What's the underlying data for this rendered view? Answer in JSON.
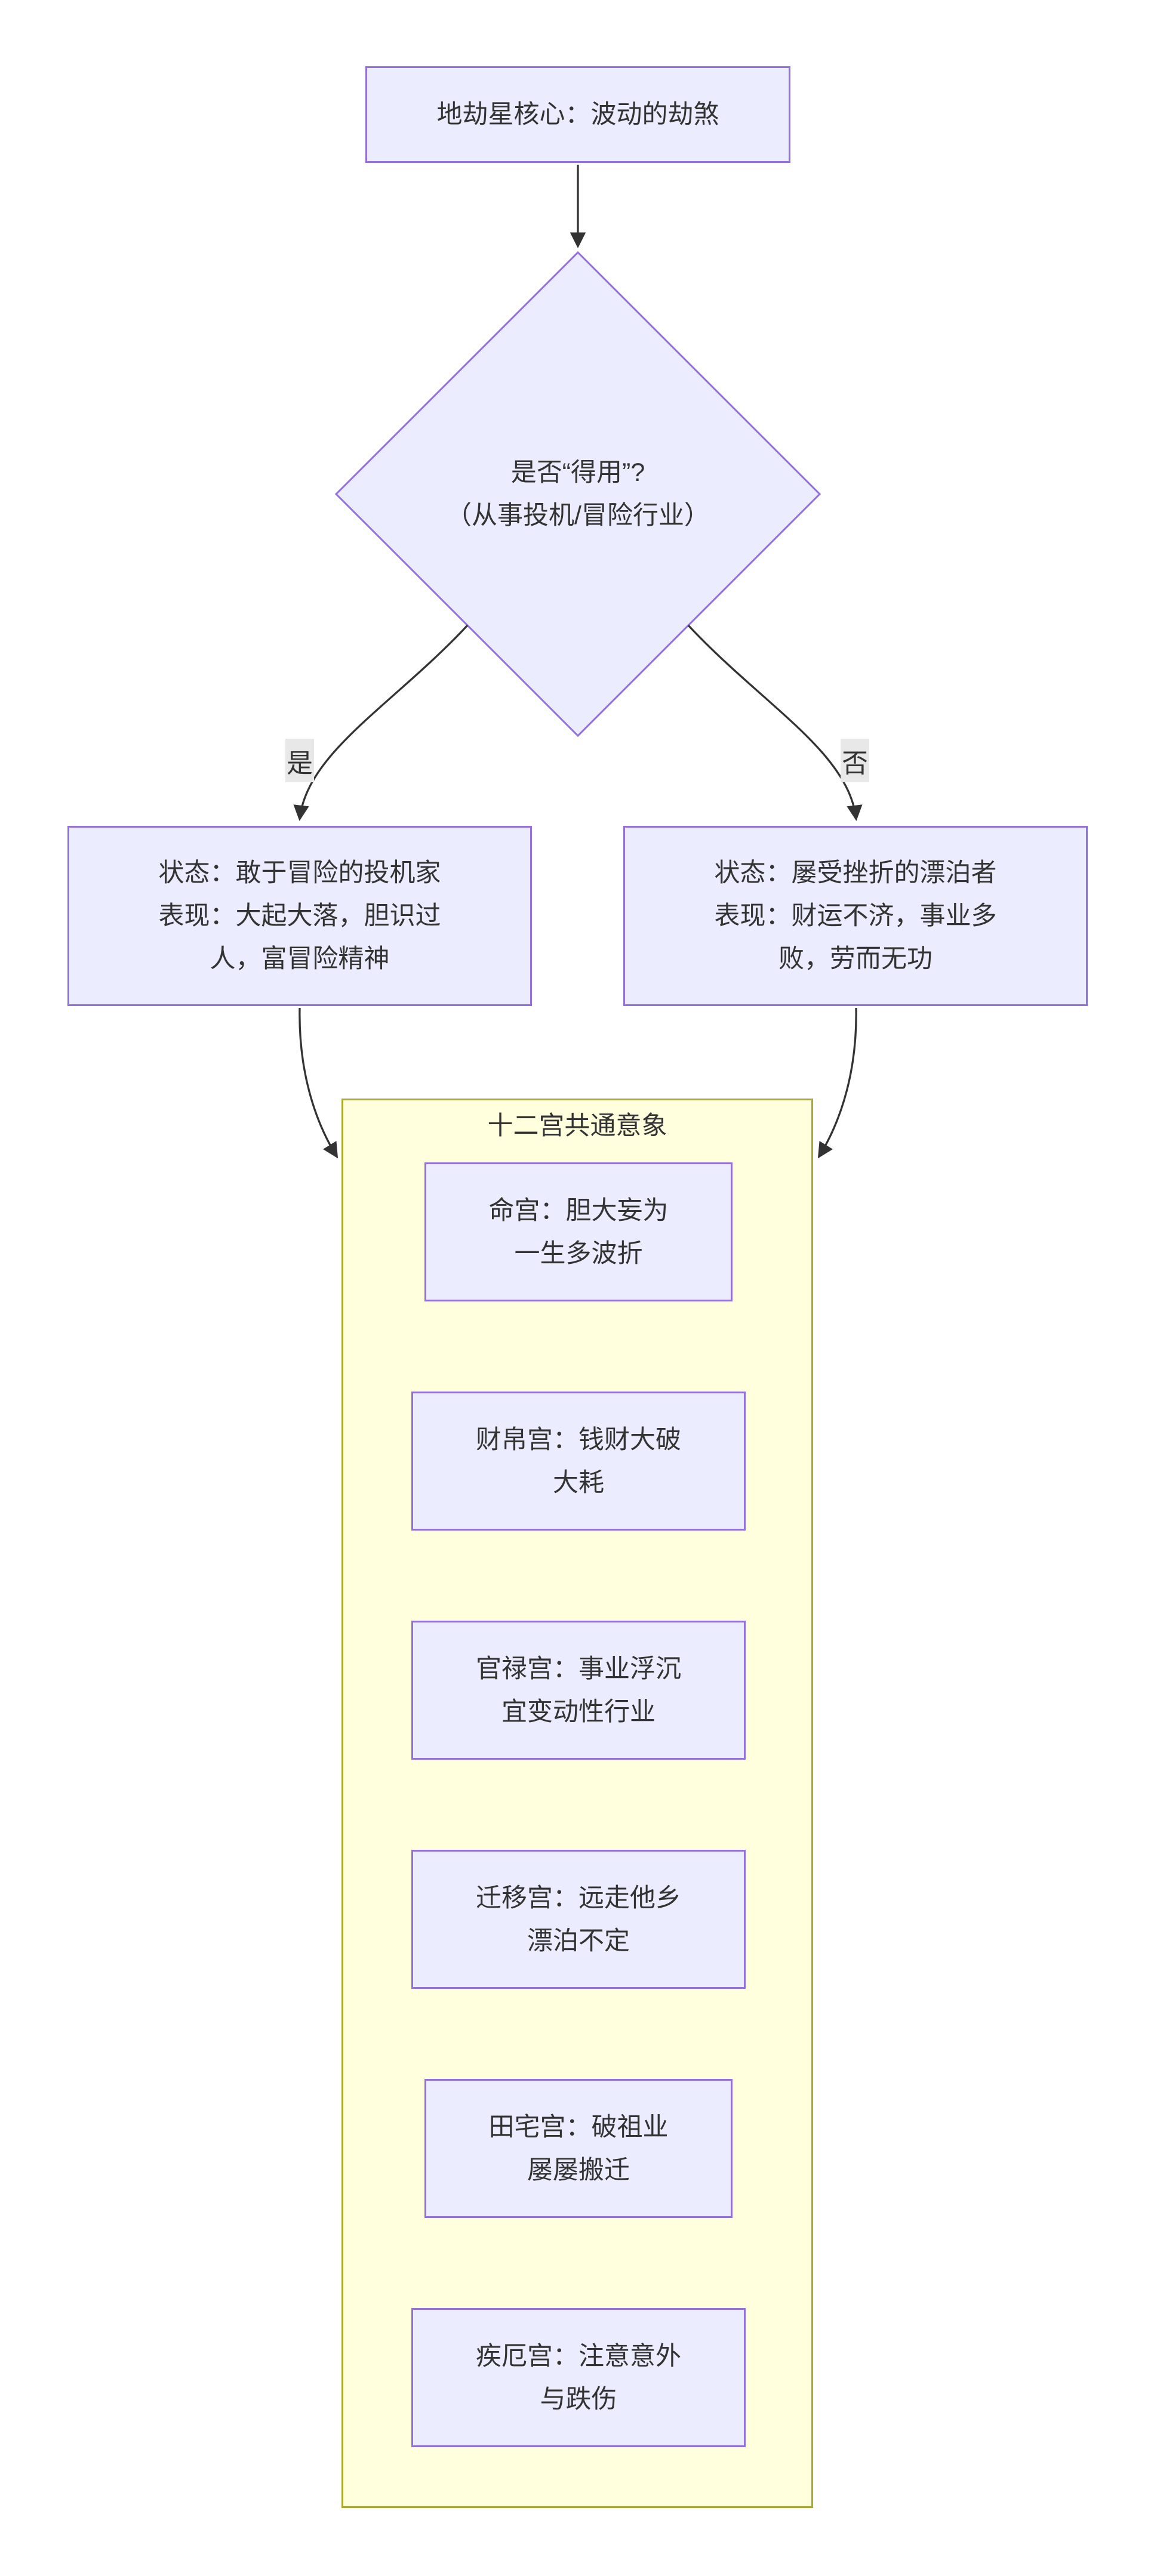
{
  "diagram": {
    "root": {
      "label": "地劫星核心：波动的劫煞"
    },
    "decision": {
      "line1": "是否“得用”?",
      "line2": "（从事投机/冒险行业）"
    },
    "branches": {
      "yes_label": "是",
      "no_label": "否"
    },
    "yes_node": {
      "line1": "状态：敢于冒险的投机家",
      "line2": "表现：大起大落，胆识过",
      "line3": "人，富冒险精神"
    },
    "no_node": {
      "line1": "状态：屡受挫折的漂泊者",
      "line2": "表现：财运不济，事业多",
      "line3": "败，劳而无功"
    },
    "cluster": {
      "title": "十二宫共通意象",
      "items": [
        {
          "line1": "命宫：胆大妄为",
          "line2": "一生多波折"
        },
        {
          "line1": "财帛宫：钱财大破",
          "line2": "大耗"
        },
        {
          "line1": "官禄宫：事业浮沉",
          "line2": "宜变动性行业"
        },
        {
          "line1": "迁移宫：远走他乡",
          "line2": "漂泊不定"
        },
        {
          "line1": "田宅宫：破祖业",
          "line2": "屡屡搬迁"
        },
        {
          "line1": "疾厄宫：注意意外",
          "line2": "与跌伤"
        }
      ]
    },
    "colors": {
      "node_fill": "#ECECFF",
      "node_border": "#9370DB",
      "cluster_fill": "#FFFFDE",
      "cluster_border": "#AAAA33",
      "edge": "#333333",
      "edge_label_bg": "#E8E8E8",
      "text": "#333333"
    }
  }
}
